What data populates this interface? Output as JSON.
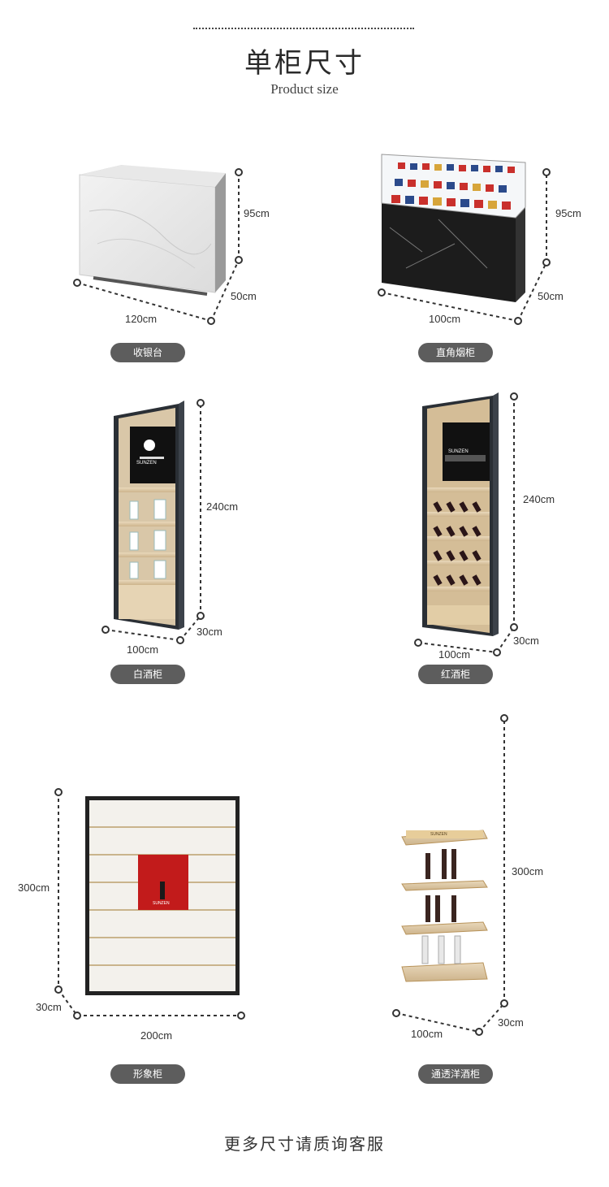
{
  "header": {
    "title": "单柜尺寸",
    "subtitle": "Product size"
  },
  "products": [
    {
      "name": "收银台",
      "width": "120cm",
      "depth": "50cm",
      "height": "95cm"
    },
    {
      "name": "直角烟柜",
      "width": "100cm",
      "depth": "50cm",
      "height": "95cm"
    },
    {
      "name": "白酒柜",
      "width": "100cm",
      "depth": "30cm",
      "height": "240cm"
    },
    {
      "name": "红酒柜",
      "width": "100cm",
      "depth": "30cm",
      "height": "240cm"
    },
    {
      "name": "形象柜",
      "width": "200cm",
      "depth": "30cm",
      "height": "300cm"
    },
    {
      "name": "通透洋酒柜",
      "width": "100cm",
      "depth": "30cm",
      "height": "300cm"
    }
  ],
  "cabinet_brand": "SUNZEN",
  "footer": {
    "text": "更多尺寸请质询客服"
  }
}
